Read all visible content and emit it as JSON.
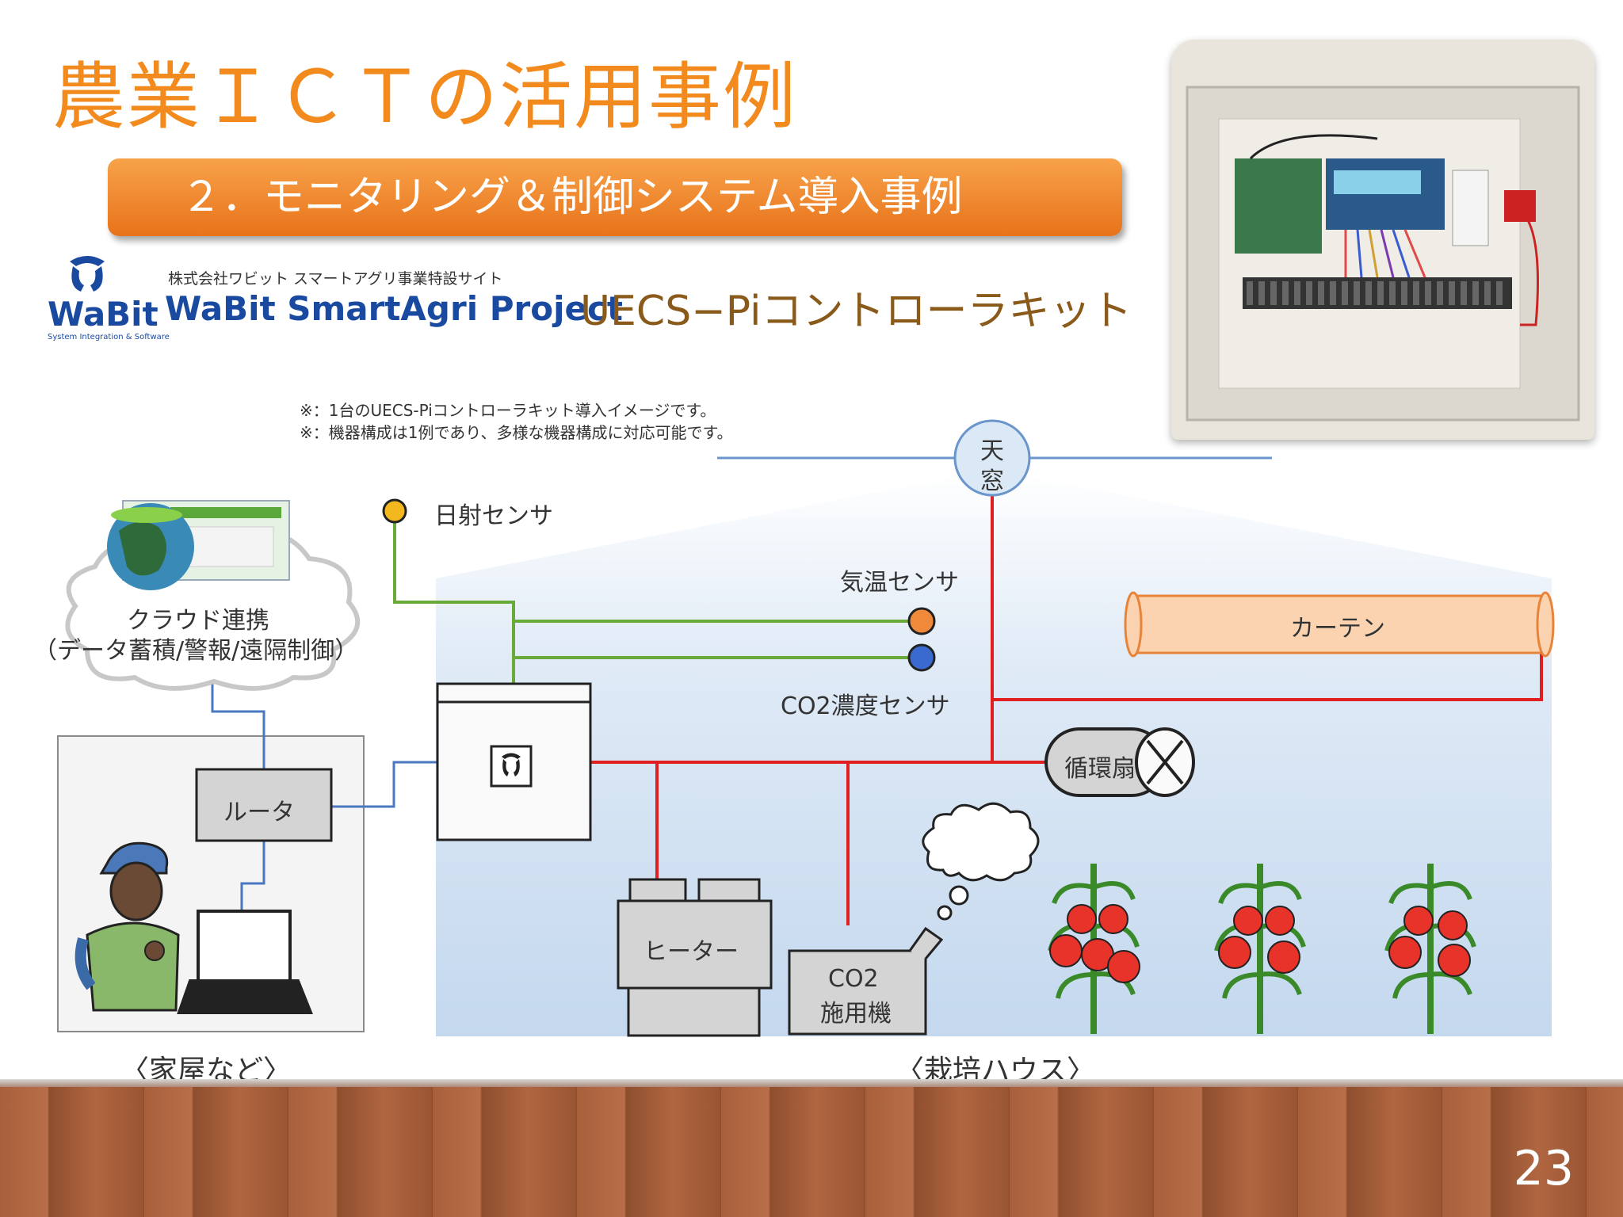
{
  "slide": {
    "title": "農業ＩＣＴの活用事例",
    "banner": "２．モニタリング＆制御システム導入事例",
    "page_number": "23"
  },
  "logo": {
    "word": "WaBit",
    "sub": "System Integration & Software",
    "company": "株式会社ワビット スマートアグリ事業特設サイト",
    "project": "WaBit SmartAgri Project"
  },
  "kit_label": "UECS−Piコントローラキット",
  "notes": [
    "※：1台のUECS-Piコントローラキット導入イメージです。",
    "※：機器構成は1例であり、多様な機器構成に対応可能です。"
  ],
  "diagram": {
    "skylight": [
      "天",
      "窓"
    ],
    "solar_sensor": "日射センサ",
    "temp_sensor": "気温センサ",
    "co2_sensor": "CO2濃度センサ",
    "curtain": "カーテン",
    "fan": "循環扇",
    "heater": "ヒーター",
    "co2_machine": [
      "CO2",
      "施用機"
    ],
    "cloud": [
      "クラウド連携",
      "（データ蓄積/警報/遠隔制御）"
    ],
    "router": "ルータ",
    "home_label": "〈家屋など〉",
    "house_label": "〈栽培ハウス〉"
  },
  "colors": {
    "title": "#f28a1e",
    "banner": "#ee8a2e",
    "signal_line": "#6aaa3a",
    "control_line": "#e02020",
    "network_line": "#4a78c0",
    "sky": "#cfe0f2",
    "tomato": "#e8332a",
    "floor": "#a8603c"
  }
}
